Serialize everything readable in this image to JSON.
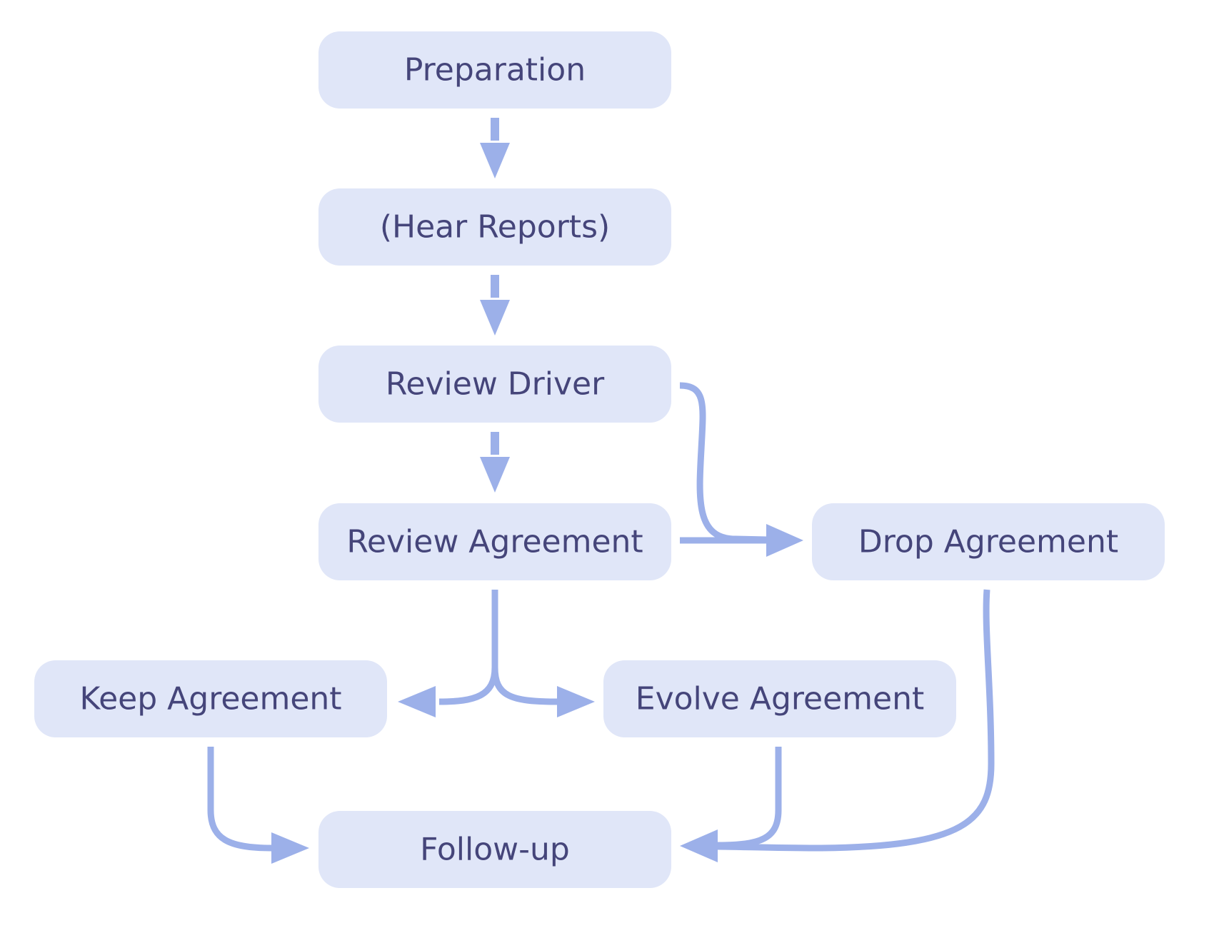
{
  "diagram": {
    "nodes": {
      "preparation": "Preparation",
      "hear_reports": "(Hear Reports)",
      "review_driver": "Review Driver",
      "review_agreement": "Review Agreement",
      "drop_agreement": "Drop Agreement",
      "keep_agreement": "Keep Agreement",
      "evolve_agreement": "Evolve Agreement",
      "follow_up": "Follow-up"
    },
    "edges": [
      {
        "from": "preparation",
        "to": "hear_reports",
        "style": "dashed"
      },
      {
        "from": "hear_reports",
        "to": "review_driver",
        "style": "dashed"
      },
      {
        "from": "review_driver",
        "to": "review_agreement",
        "style": "dashed"
      },
      {
        "from": "review_driver",
        "to": "drop_agreement",
        "style": "solid"
      },
      {
        "from": "review_agreement",
        "to": "drop_agreement",
        "style": "solid"
      },
      {
        "from": "review_agreement",
        "to": "keep_agreement",
        "style": "solid"
      },
      {
        "from": "review_agreement",
        "to": "evolve_agreement",
        "style": "solid"
      },
      {
        "from": "keep_agreement",
        "to": "follow_up",
        "style": "solid"
      },
      {
        "from": "evolve_agreement",
        "to": "follow_up",
        "style": "solid"
      },
      {
        "from": "drop_agreement",
        "to": "follow_up",
        "style": "solid"
      }
    ],
    "colors": {
      "node_fill": "#e0e6f8",
      "node_text": "#45457a",
      "edge": "#9cb0e9",
      "background": "#ffffff"
    }
  }
}
